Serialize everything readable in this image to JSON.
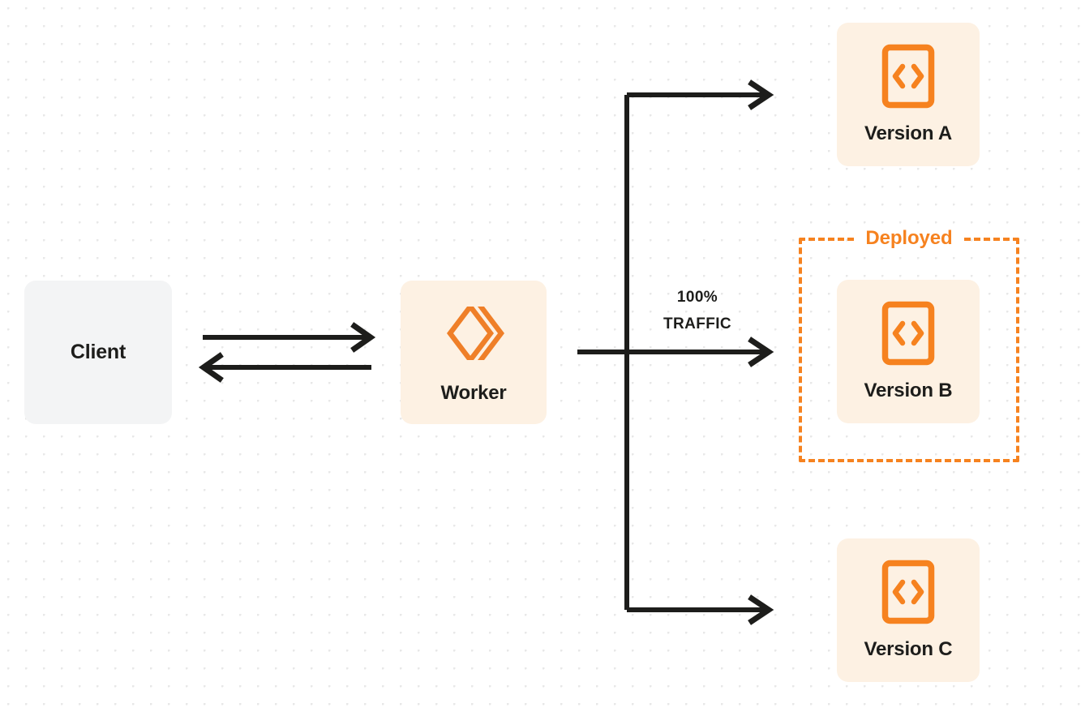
{
  "diagram": {
    "title": "Worker version traffic routing",
    "background": {
      "color": "#ffffff",
      "dot_color": "#e8e8e8",
      "dot_spacing": 22
    },
    "colors": {
      "accent_orange": "#f6821f",
      "node_orange_bg": "#fdf1e3",
      "node_gray_bg": "#f3f4f5",
      "text_dark": "#1d1d1b",
      "connector": "#1d1d1b"
    },
    "nodes": [
      {
        "id": "client",
        "label": "Client",
        "icon": "none",
        "style": "gray"
      },
      {
        "id": "worker",
        "label": "Worker",
        "icon": "cloudflare-workers-icon",
        "style": "orange"
      },
      {
        "id": "version-a",
        "label": "Version A",
        "icon": "code-file-icon",
        "style": "orange"
      },
      {
        "id": "version-b",
        "label": "Version B",
        "icon": "code-file-icon",
        "style": "orange"
      },
      {
        "id": "version-c",
        "label": "Version C",
        "icon": "code-file-icon",
        "style": "orange"
      }
    ],
    "group": {
      "id": "deployed-group",
      "label": "Deployed",
      "members": [
        "version-b"
      ],
      "border": "dashed-orange"
    },
    "traffic": {
      "percent_label": "100%",
      "caption_label": "TRAFFIC",
      "target": "version-b"
    },
    "connectors": [
      {
        "id": "client-to-worker",
        "direction": "right",
        "arrowhead": true
      },
      {
        "id": "worker-to-client",
        "direction": "left",
        "arrowhead": true
      },
      {
        "id": "worker-to-version-a",
        "direction": "right",
        "arrowhead": true
      },
      {
        "id": "worker-to-version-b",
        "direction": "right",
        "arrowhead": true
      },
      {
        "id": "worker-to-version-c",
        "direction": "right",
        "arrowhead": true
      }
    ]
  }
}
